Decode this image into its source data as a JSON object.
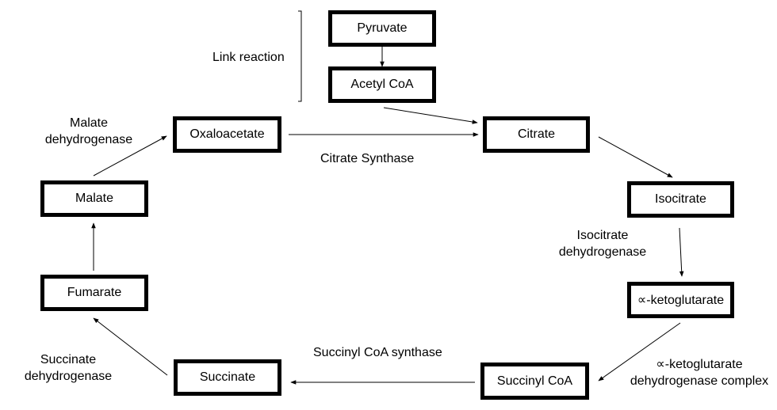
{
  "nodes": {
    "pyruvate": "Pyruvate",
    "acetyl_coa": "Acetyl CoA",
    "citrate": "Citrate",
    "isocitrate": "Isocitrate",
    "alpha_ketoglutarate": "∝-ketoglutarate",
    "succinyl_coa": "Succinyl CoA",
    "succinate": "Succinate",
    "fumarate": "Fumarate",
    "malate": "Malate",
    "oxaloacetate": "Oxaloacetate"
  },
  "labels": {
    "link_reaction": "Link reaction",
    "citrate_synthase": "Citrate Synthase",
    "isocitrate_dehydrogenase": [
      "Isocitrate",
      "dehydrogenase"
    ],
    "akg_dehydrogenase_complex": [
      "∝-ketoglutarate",
      "dehydrogenase complex"
    ],
    "succinyl_coa_synthase": "Succinyl CoA synthase",
    "succinate_dehydrogenase": [
      "Succinate",
      "dehydrogenase"
    ],
    "malate_dehydrogenase": [
      "Malate",
      "dehydrogenase"
    ]
  }
}
